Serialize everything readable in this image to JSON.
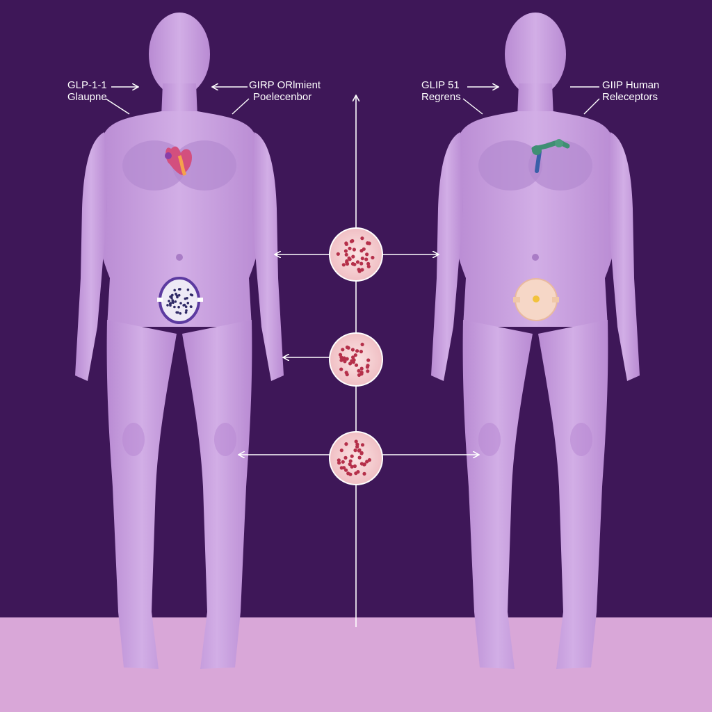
{
  "colors": {
    "background": "#3e1758",
    "floor": "#d9a7d8",
    "body_fill": "#c9a0df",
    "body_shade": "#b98bd3",
    "cell_fill": "#f6cfd2",
    "cell_dots": "#b5304a",
    "arrow": "#ffffff"
  },
  "labels": {
    "left_a": {
      "line1": "GLP-1-1",
      "line2": "Glaupne"
    },
    "left_b": {
      "line1": "GIRP ORlmient",
      "line2": "Poelecenbor"
    },
    "right_a": {
      "line1": "GLIP 51",
      "line2": "Regrens"
    },
    "right_b": {
      "line1": "GIIP Human",
      "line2": "Releceptors"
    }
  },
  "icons": {
    "left_organ": "heart-organ-icon",
    "right_organ": "receptor-molecule-icon",
    "left_pancreas": "dotted-cell-icon",
    "right_pancreas": "capsule-icon",
    "cells": "tissue-cell-icon"
  }
}
